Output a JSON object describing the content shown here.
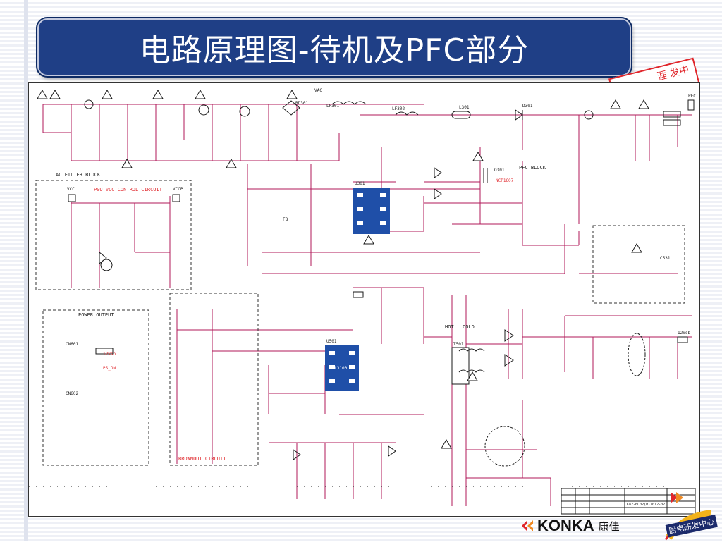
{
  "slide": {
    "title": "电路原理图-待机及PFC部分",
    "stamp_text": "涯 发中",
    "colors": {
      "title_bg": "#1f3f86",
      "wire": "#b0195a",
      "ink": "#1a1a1a",
      "accent_red": "#e0262b",
      "chip_blue": "#1f4fa8"
    }
  },
  "schematic": {
    "blocks": {
      "ac_filter": "AC FILTER BLOCK",
      "pfc": "PFC BLOCK",
      "vcc_control": "PSU VCC CONTROL CIRCUIT",
      "power_output": "POWER OUTPUT",
      "brownout": "BROWNOUT CIRCUIT",
      "hot": "HOT",
      "cold": "COLD"
    },
    "labels": {
      "vac": "VAC",
      "pfc": "PFC",
      "vcc": "VCC",
      "vccp": "VCCP",
      "out_12v": "12Vsb",
      "out_12va": "12Vsb",
      "ps_on": "PS_ON",
      "fb": "FB",
      "lf301": "LF301",
      "lf302": "LF302",
      "bd301": "BD301",
      "l301": "L301",
      "u301": "U301",
      "d301": "D301",
      "q301": "Q301",
      "u501": "U501",
      "t501": "T501",
      "ic_main": "FSL3100",
      "ic_pfc": "NCP1607",
      "c531": "C531",
      "cn601": "CN601",
      "cn602": "CN602",
      "title_block": "K82-6L02(M)3012-02"
    }
  },
  "brand": {
    "logo_text": "KONKA",
    "logo_cn": "康佳",
    "badge_text": "厨电研发中心"
  }
}
